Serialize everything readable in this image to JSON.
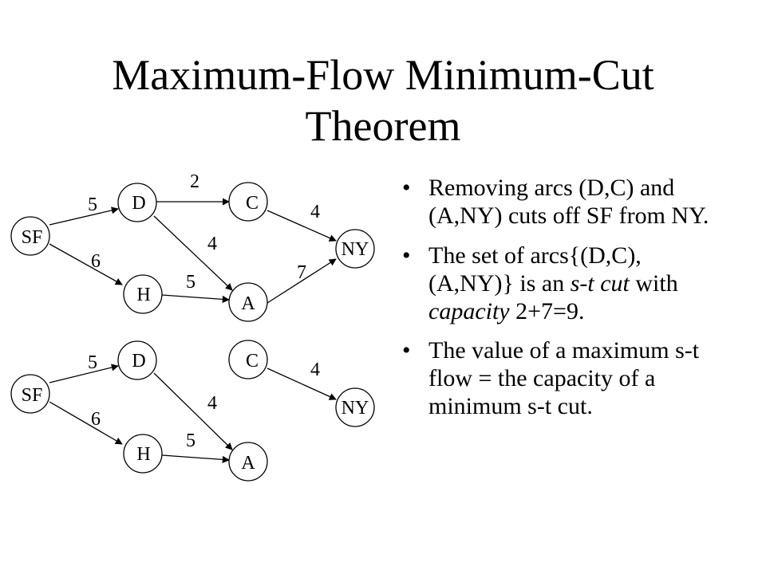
{
  "slide": {
    "title_line1": "Maximum-Flow Minimum-Cut",
    "title_line2": "Theorem"
  },
  "graph_top": {
    "nodes": {
      "SF": "SF",
      "D": "D",
      "H": "H",
      "C": "C",
      "A": "A",
      "NY": "NY"
    },
    "edges": {
      "sf_d": "5",
      "sf_h": "6",
      "d_c": "2",
      "d_a": "4",
      "h_a": "5",
      "c_ny": "4",
      "a_ny": "7"
    }
  },
  "graph_bottom": {
    "nodes": {
      "SF": "SF",
      "D": "D",
      "H": "H",
      "C": "C",
      "A": "A",
      "NY": "NY"
    },
    "edges": {
      "sf_d": "5",
      "sf_h": "6",
      "d_a": "4",
      "h_a": "5",
      "c_ny": "4"
    }
  },
  "bullets": {
    "b1": "Removing arcs (D,C) and (A,NY) cuts off SF from NY.",
    "b2_a": "The set of arcs{(D,C), (A,NY)} is an ",
    "b2_b": "s-t cut",
    "b2_c": " with ",
    "b2_d": "capacity",
    "b2_e": " 2+7=9.",
    "b3": "The value of a maximum s-t flow = the capacity of a minimum s-t cut."
  },
  "bullet_symbol": "•"
}
